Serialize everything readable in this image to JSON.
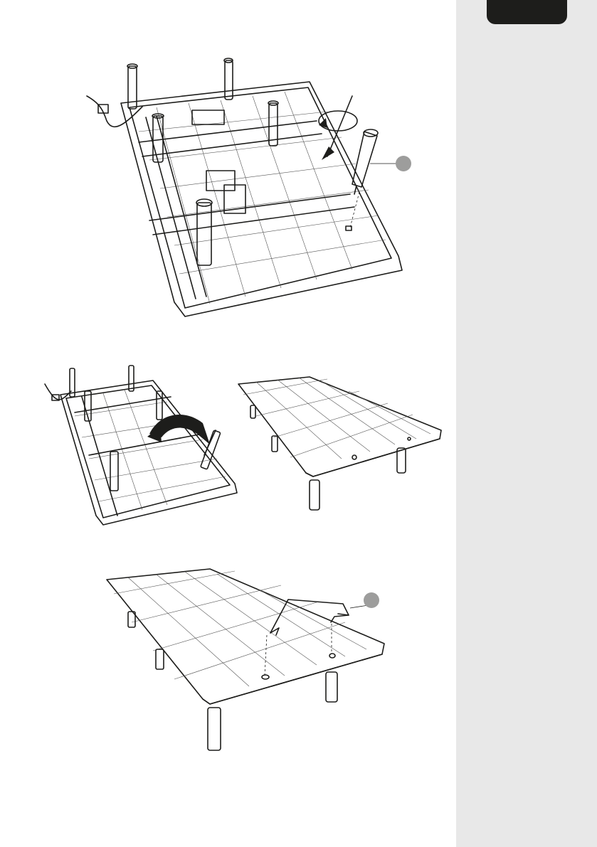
{
  "page": {
    "sidebar_color": "#e8e8e8",
    "tab_badge_color": "#1d1d1b",
    "callout_color": "#9d9d9c",
    "line_color": "#1d1d1b"
  },
  "figures": [
    {
      "name": "leg-install-step",
      "icons": [
        "table-underside-icon",
        "rotate-screw-arrow-icon",
        "leg-part-icon",
        "callout-marker-icon"
      ]
    },
    {
      "name": "flip-table-step",
      "icons": [
        "table-underside-small-icon",
        "flip-arrow-icon",
        "table-upright-icon"
      ]
    },
    {
      "name": "handle-install-step",
      "icons": [
        "table-upright-large-icon",
        "handle-bar-icon",
        "callout-marker-icon"
      ]
    }
  ]
}
